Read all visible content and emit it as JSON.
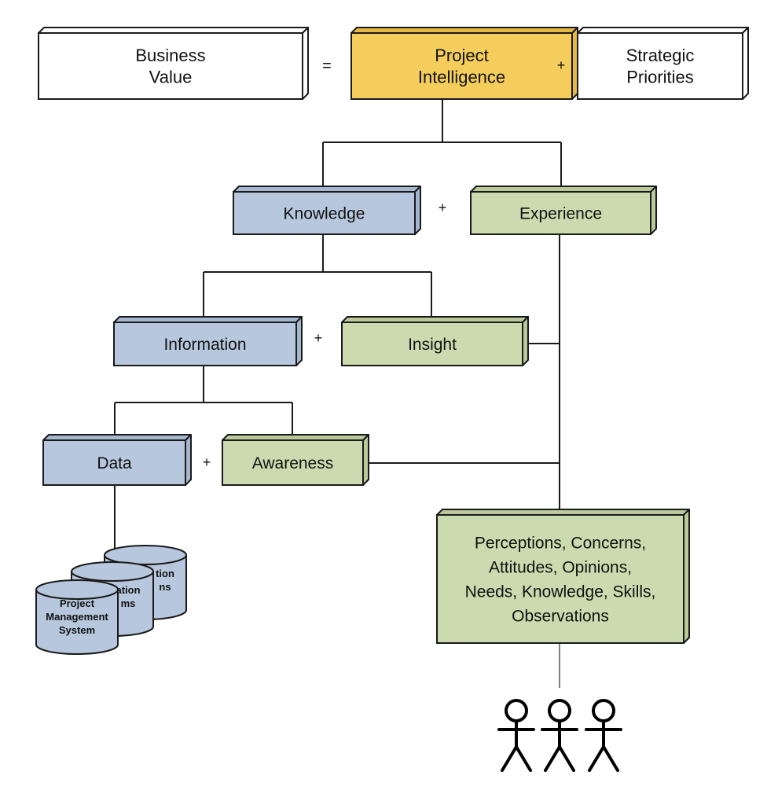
{
  "colors": {
    "white": "#ffffff",
    "gold": "#f5cd5c",
    "gold_side": "#e6b945",
    "blue": "#b7c7dd",
    "blue_side": "#a5b6cf",
    "green": "#ccdaaf",
    "green_side": "#b9c99a",
    "stroke": "#1a1a1a"
  },
  "nodes": {
    "business_value": {
      "lines": [
        "Business",
        "Value"
      ],
      "fill": "white"
    },
    "project_intelligence": {
      "lines": [
        "Project",
        "Intelligence"
      ],
      "fill": "gold"
    },
    "strategic_priorities": {
      "lines": [
        "Strategic",
        "Priorities"
      ],
      "fill": "white"
    },
    "knowledge": {
      "lines": [
        "Knowledge"
      ],
      "fill": "blue"
    },
    "experience": {
      "lines": [
        "Experience"
      ],
      "fill": "green"
    },
    "information": {
      "lines": [
        "Information"
      ],
      "fill": "blue"
    },
    "insight": {
      "lines": [
        "Insight"
      ],
      "fill": "green"
    },
    "data": {
      "lines": [
        "Data"
      ],
      "fill": "blue"
    },
    "awareness": {
      "lines": [
        "Awareness"
      ],
      "fill": "green"
    },
    "human_factors": {
      "lines": [
        "Perceptions, Concerns,",
        "Attitudes, Opinions,",
        "Needs, Knowledge, Skills,",
        "Observations"
      ],
      "fill": "green"
    }
  },
  "operators": {
    "equals": "=",
    "plus_top": "+",
    "plus_knowledge": "+",
    "plus_information": "+",
    "plus_data": "+"
  },
  "databases": [
    {
      "lines": [
        "...tion",
        "...ns"
      ],
      "visible_text": [
        "tion",
        "ns"
      ]
    },
    {
      "lines": [
        "...ation",
        "...ms"
      ],
      "visible_text": [
        "ation",
        "ms"
      ]
    },
    {
      "lines": [
        "Project",
        "Management",
        "System"
      ],
      "visible_text": [
        "Project",
        "Management",
        "System"
      ]
    }
  ],
  "people": {
    "count": 3,
    "icon": "stick-figure-icon"
  }
}
